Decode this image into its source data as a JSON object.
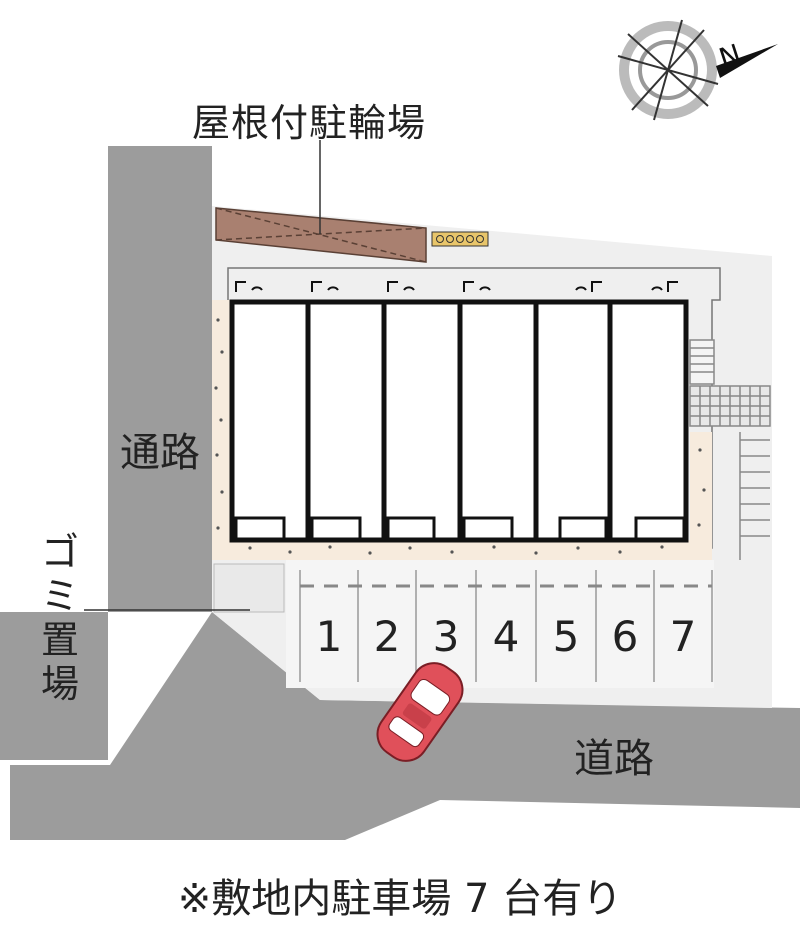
{
  "labels": {
    "bike_parking": "屋根付駐輪場",
    "road_left": "通路",
    "road_bottom": "道路",
    "garbage_area": "ゴミ置場",
    "footer_note": "※敷地内駐車場 7 台有り"
  },
  "compass": {
    "direction_label": "N",
    "icon": "compass-icon"
  },
  "parking_spaces": [
    "1",
    "2",
    "3",
    "4",
    "5",
    "6",
    "7"
  ],
  "unit_count": 6,
  "colors": {
    "road": "#9c9c9c",
    "site": "#efefef",
    "gravel": "#f7ebdd",
    "bike_roof": "#a98070",
    "car": "#e0505a",
    "line": "#222222"
  },
  "icons": [
    "compass-icon",
    "car-icon",
    "bicycle-rack-icon"
  ]
}
